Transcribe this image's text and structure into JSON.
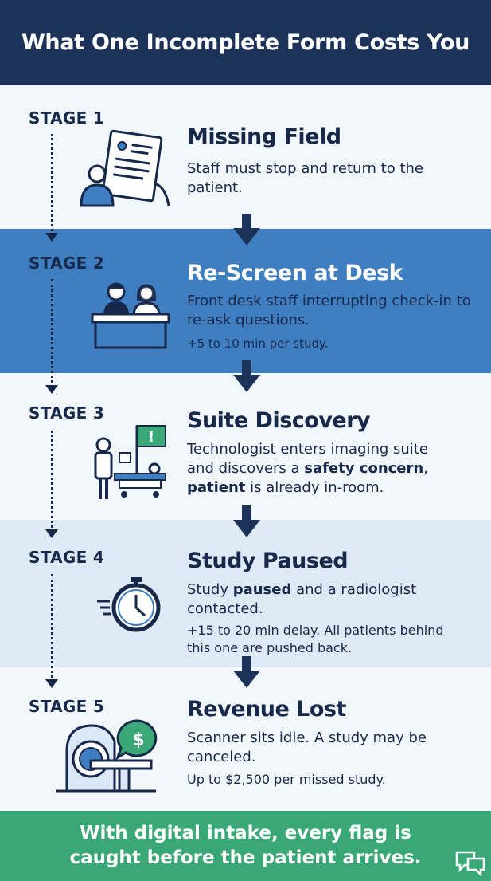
{
  "header": {
    "title": "What One Incomplete Form Costs You"
  },
  "stages": [
    {
      "label": "STAGE 1",
      "title": "Missing Field",
      "description": "Staff must stop and return to the patient.",
      "note": ""
    },
    {
      "label": "STAGE 2",
      "title": "Re-Screen at Desk",
      "description": "Front desk staff interrupting check-in to re-ask questions.",
      "note": "+5 to 10 min per study."
    },
    {
      "label": "STAGE 3",
      "title": "Suite Discovery",
      "description_parts": [
        "Technologist enters imaging suite and discovers a ",
        "safety concern",
        ", ",
        "patient",
        " is already in-room."
      ],
      "note": ""
    },
    {
      "label": "STAGE 4",
      "title": "Study Paused",
      "description_parts": [
        "Study ",
        "paused",
        " and a radiologist contacted."
      ],
      "note": "+15 to 20 min delay. All patients behind this one are pushed back."
    },
    {
      "label": "STAGE 5",
      "title": "Revenue Lost",
      "description": "Scanner sits idle. A study may be canceled.",
      "note": "Up to $2,500 per missed study."
    }
  ],
  "footer": {
    "line1": "With digital intake, every flag is",
    "line2": "caught before the patient arrives."
  },
  "icons": {
    "stage1": "form-with-person-icon",
    "stage2": "front-desk-staff-icon",
    "stage3": "technologist-scanner-flag-icon",
    "stage4": "stopwatch-icon",
    "stage5": "scanner-dollar-icon",
    "footer": "chat-bubbles-icon"
  },
  "colors": {
    "navy": "#1d3258",
    "blue_band": "#3f7ec0",
    "green": "#3aa876"
  }
}
